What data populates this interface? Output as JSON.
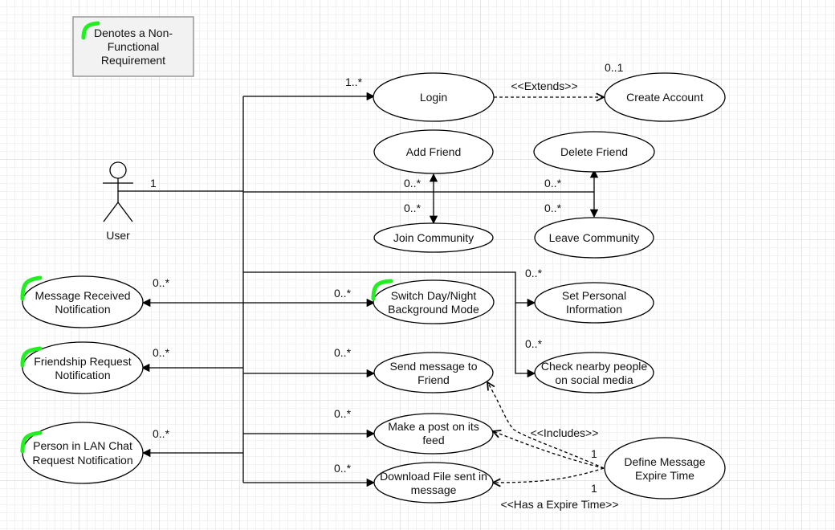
{
  "legend": {
    "line1": "Denotes a Non-",
    "line2": "Functional",
    "line3": "Requirement"
  },
  "actor": {
    "label": "User"
  },
  "use_cases": {
    "login": [
      "Login"
    ],
    "create_account": [
      "Create Account"
    ],
    "add_friend": [
      "Add Friend"
    ],
    "delete_friend": [
      "Delete Friend"
    ],
    "join_community": [
      "Join Community"
    ],
    "leave_community": [
      "Leave Community"
    ],
    "message_received": [
      "Message Received",
      "Notification"
    ],
    "switch_mode": [
      "Switch Day/Night",
      "Background Mode"
    ],
    "set_personal_info": [
      "Set Personal",
      "Information"
    ],
    "friendship_request": [
      "Friendship Request",
      "Notification"
    ],
    "send_message": [
      "Send message to",
      "Friend"
    ],
    "check_nearby": [
      "Check nearby people",
      "on social media"
    ],
    "make_post": [
      "Make a post on its",
      "feed"
    ],
    "define_expire": [
      "Define Message",
      "Expire Time"
    ],
    "lan_chat": [
      "Person in LAN Chat",
      "Request Notification"
    ],
    "download_file": [
      "Download File sent in",
      "message"
    ]
  },
  "multiplicities": {
    "user_one": "1",
    "login": "1..*",
    "create_account": "0..1",
    "add_friend": "0..*",
    "join_community": "0..*",
    "delete_friend": "0..*",
    "leave_community": "0..*",
    "set_personal_info": "0..*",
    "message_received": "0..*",
    "switch_mode": "0..*",
    "check_nearby": "0..*",
    "friendship_request": "0..*",
    "send_message": "0..*",
    "make_post": "0..*",
    "lan_chat": "0..*",
    "download_file": "0..*",
    "define_upper": "1",
    "define_lower": "1"
  },
  "relations": {
    "extends": "<<Extends>>",
    "includes": "<<Includes>>",
    "has_expire_time": "<<Has a Expire Time>>"
  },
  "colors": {
    "nfr_marker": "#22ee22",
    "line": "#000000",
    "legend_fill": "#f2f2f2"
  }
}
